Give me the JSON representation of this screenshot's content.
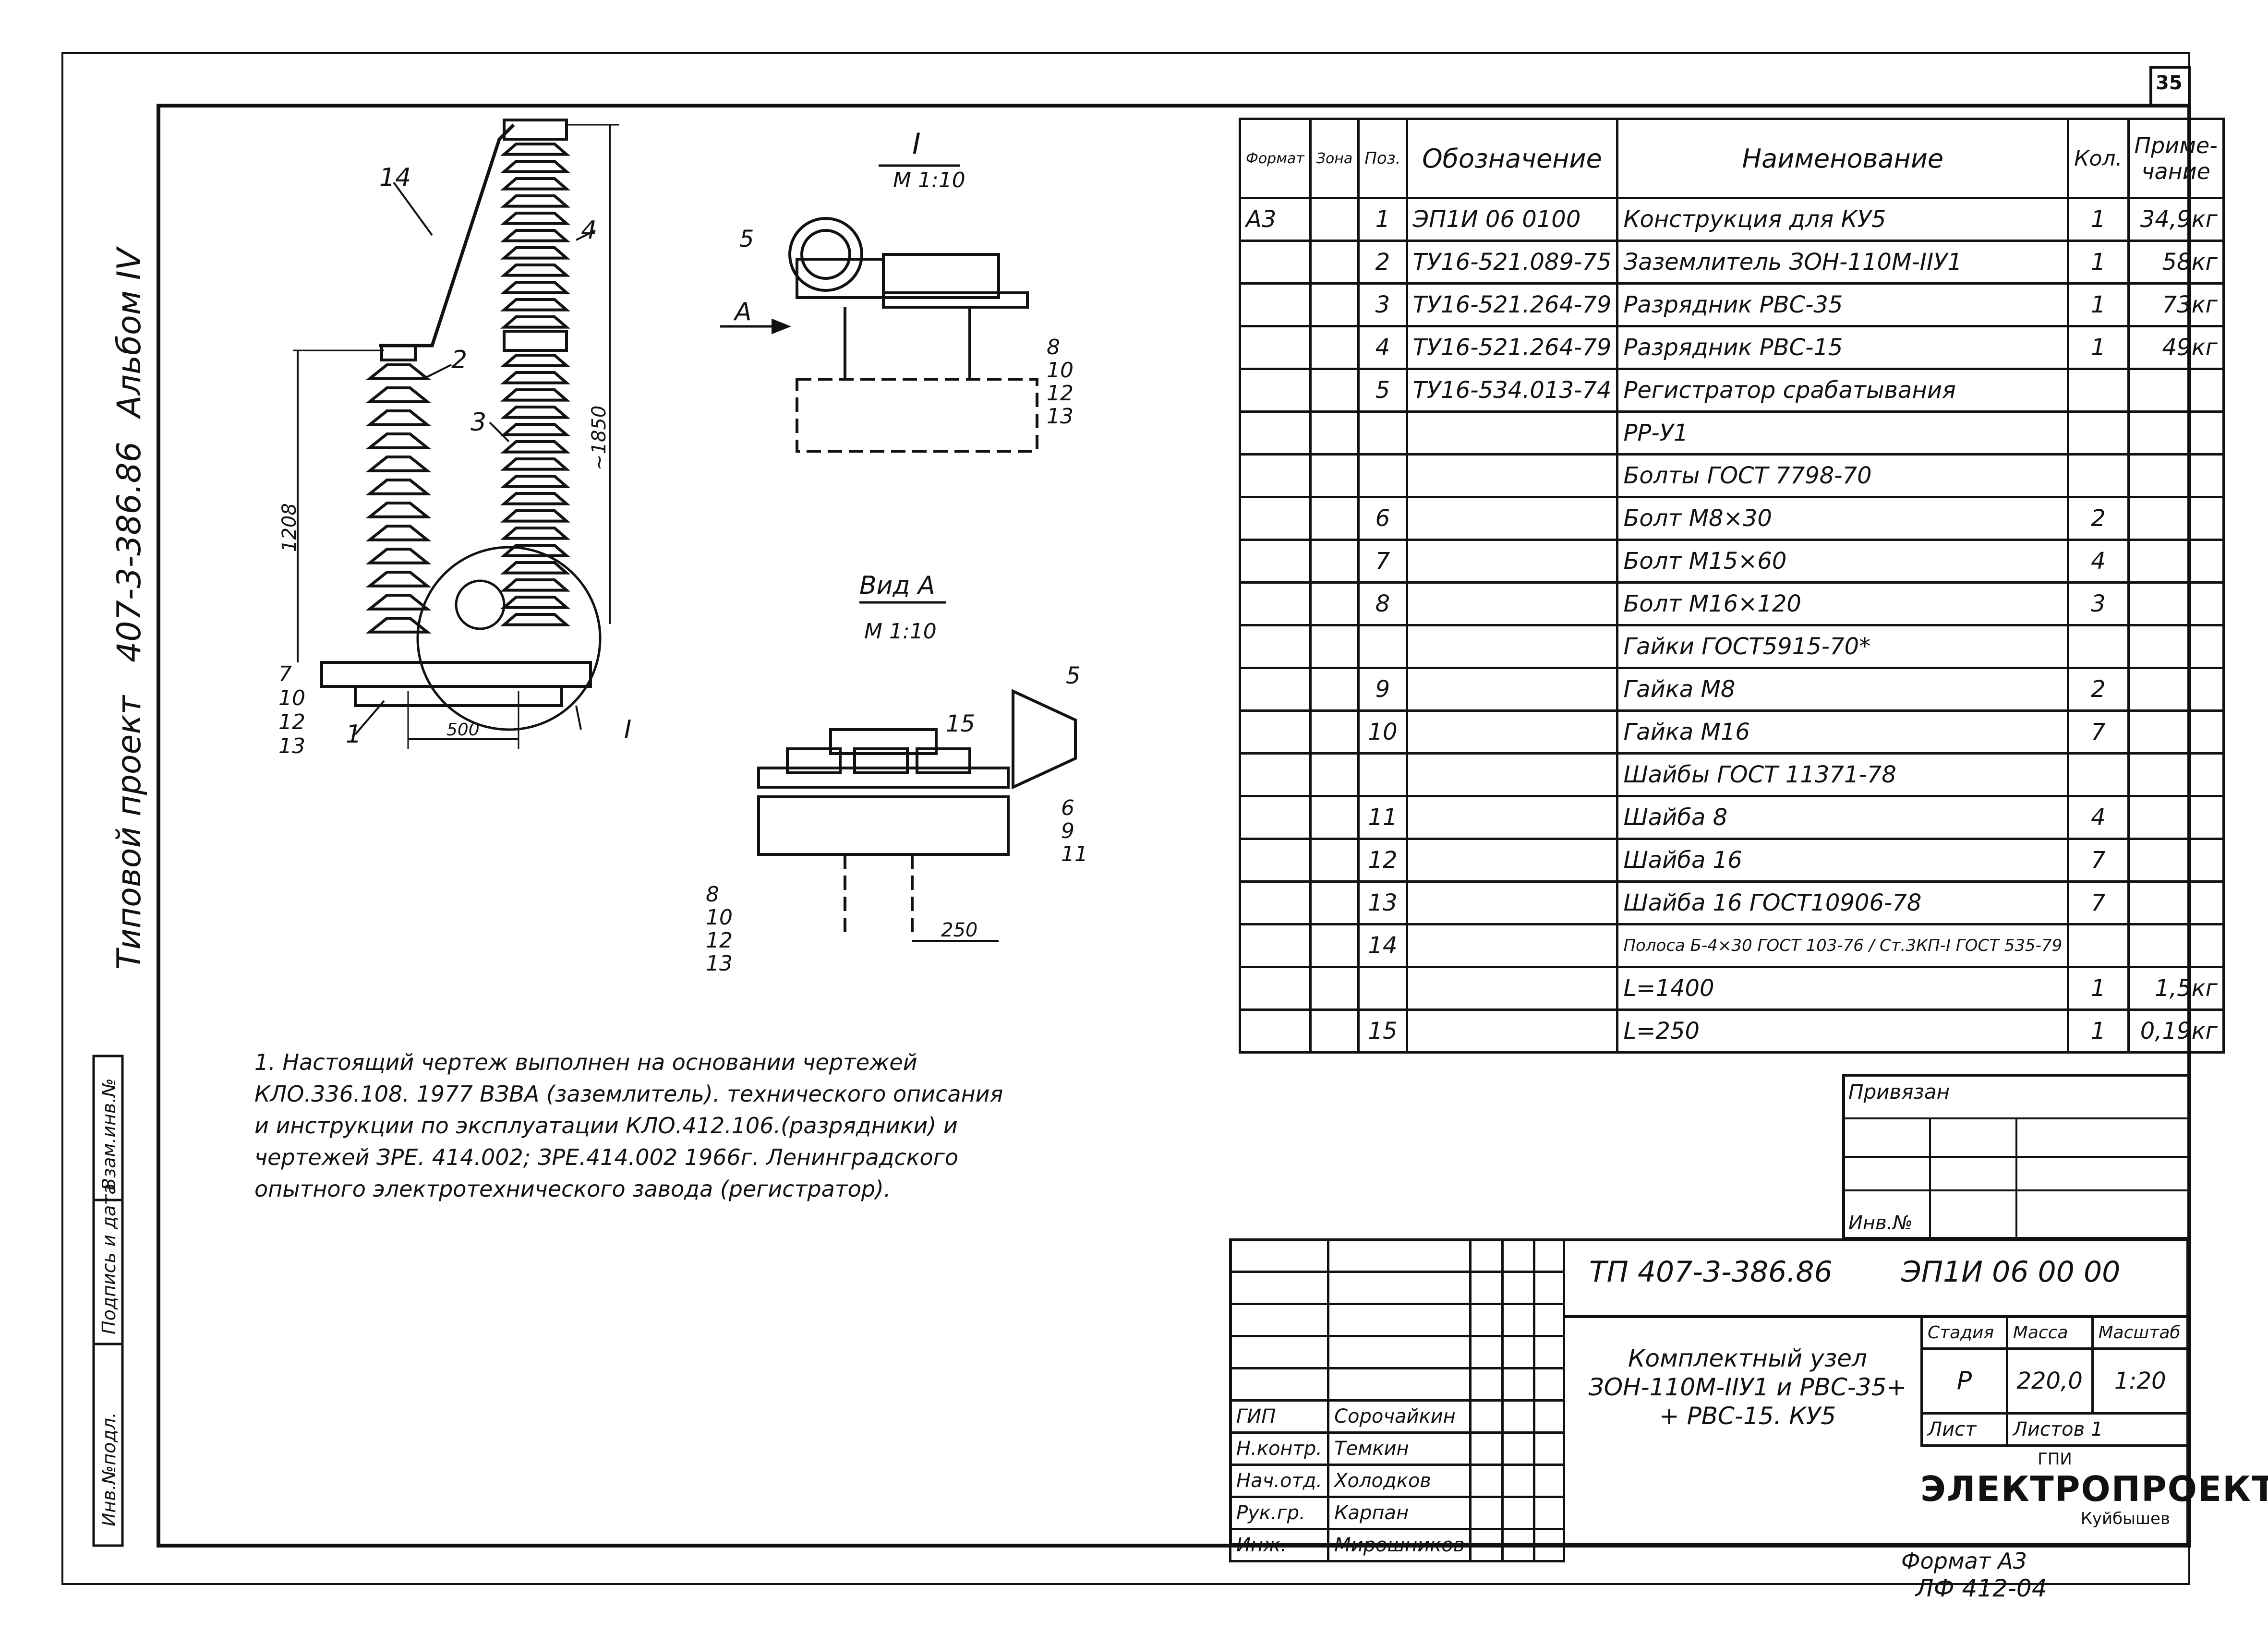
{
  "page": {
    "number": "35",
    "album": "Альбом IV",
    "project_code": "407-3-386.86",
    "series": "Типовой проект"
  },
  "side_stamps": {
    "inv_orig": "Инв.№подл.",
    "sign_date": "Подпись и дата",
    "vzam_inv": "Взам.инв.№"
  },
  "drawing": {
    "section_title": "I",
    "section_scale": "М 1:10",
    "view_title": "Вид А",
    "view_scale": "М 1:10",
    "arrow_label": "А",
    "dim_total": "~1850",
    "dim_left": "1208",
    "dim_base": "500",
    "dim_250": "250",
    "callout_I": "I",
    "labels_main": [
      "14",
      "2",
      "3",
      "4",
      "7",
      "10",
      "12",
      "13",
      "1"
    ],
    "labels_section": [
      "5",
      "8",
      "10",
      "12",
      "13"
    ],
    "labels_view": [
      "5",
      "15",
      "6",
      "9",
      "11",
      "8",
      "10",
      "12",
      "13"
    ]
  },
  "spec": {
    "headers": {
      "format": "Формат",
      "zone": "Зона",
      "pos": "Поз.",
      "designation": "Обозначение",
      "name": "Наименование",
      "qty": "Кол.",
      "note": "Приме-чание"
    },
    "rows": [
      {
        "format": "А3",
        "pos": "1",
        "designation": "ЭП1И 06 0100",
        "name": "Конструкция для КУ5",
        "qty": "1",
        "note": "34,9кг"
      },
      {
        "format": "",
        "pos": "2",
        "designation": "ТУ16-521.089-75",
        "name": "Заземлитель ЗОН-110М-IIУ1",
        "qty": "1",
        "note": "58кг"
      },
      {
        "format": "",
        "pos": "3",
        "designation": "ТУ16-521.264-79",
        "name": "Разрядник РВС-35",
        "qty": "1",
        "note": "73кг"
      },
      {
        "format": "",
        "pos": "4",
        "designation": "ТУ16-521.264-79",
        "name": "Разрядник РВС-15",
        "qty": "1",
        "note": "49кг"
      },
      {
        "format": "",
        "pos": "5",
        "designation": "ТУ16-534.013-74",
        "name": "Регистратор срабатывания",
        "qty": "",
        "note": ""
      },
      {
        "format": "",
        "pos": "",
        "designation": "",
        "name": "РР-У1",
        "qty": "",
        "note": ""
      },
      {
        "format": "",
        "pos": "",
        "designation": "",
        "name": "Болты ГОСТ 7798-70",
        "qty": "",
        "note": ""
      },
      {
        "format": "",
        "pos": "6",
        "designation": "",
        "name": "Болт М8×30",
        "qty": "2",
        "note": ""
      },
      {
        "format": "",
        "pos": "7",
        "designation": "",
        "name": "Болт М15×60",
        "qty": "4",
        "note": ""
      },
      {
        "format": "",
        "pos": "8",
        "designation": "",
        "name": "Болт М16×120",
        "qty": "3",
        "note": ""
      },
      {
        "format": "",
        "pos": "",
        "designation": "",
        "name": "Гайки ГОСТ5915-70*",
        "qty": "",
        "note": ""
      },
      {
        "format": "",
        "pos": "9",
        "designation": "",
        "name": "Гайка М8",
        "qty": "2",
        "note": ""
      },
      {
        "format": "",
        "pos": "10",
        "designation": "",
        "name": "Гайка М16",
        "qty": "7",
        "note": ""
      },
      {
        "format": "",
        "pos": "",
        "designation": "",
        "name": "Шайбы ГОСТ 11371-78",
        "qty": "",
        "note": ""
      },
      {
        "format": "",
        "pos": "11",
        "designation": "",
        "name": "Шайба 8",
        "qty": "4",
        "note": ""
      },
      {
        "format": "",
        "pos": "12",
        "designation": "",
        "name": "Шайба 16",
        "qty": "7",
        "note": ""
      },
      {
        "format": "",
        "pos": "13",
        "designation": "",
        "name": "Шайба 16 ГОСТ10906-78",
        "qty": "7",
        "note": ""
      },
      {
        "format": "",
        "pos": "14",
        "designation": "",
        "name": "Полоса Б-4×30 ГОСТ 103-76 / Ст.3КП-I ГОСТ 535-79",
        "qty": "",
        "note": ""
      },
      {
        "format": "",
        "pos": "",
        "designation": "",
        "name": "L=1400",
        "qty": "1",
        "note": "1,5кг"
      },
      {
        "format": "",
        "pos": "15",
        "designation": "",
        "name": "L=250",
        "qty": "1",
        "note": "0,19кг"
      }
    ]
  },
  "notes": {
    "text": "1. Настоящий чертеж выполнен на основании чертежей КЛО.336.108. 1977 ВЗВА (заземлитель). технического описания и инструкции по эксплуатации КЛО.412.106.(разрядники) и чертежей ЗРЕ. 414.002; ЗРЕ.414.002 1966г. Ленинградского опытного электротехнического завода (регистратор)."
  },
  "privyazan": {
    "title": "Привязан",
    "inv": "Инв.№"
  },
  "title_block": {
    "doc_code": "ТП 407-3-386.86",
    "drawing_code": "ЭП1И 06 00 00",
    "title": "Комплектный узел ЗОН-110М-IIУ1 и РВС-35+ + РВС-15. КУ5",
    "stage_label": "Стадия",
    "mass_label": "Масса",
    "scale_label": "Масштаб",
    "stage": "Р",
    "mass": "220,0",
    "scale": "1:20",
    "sheet_label": "Лист",
    "sheets_label": "Листов 1",
    "org_top": "ГПИ",
    "org": "ЭЛЕКТРОПРОЕКТ",
    "org_city": "Куйбышев",
    "people": [
      {
        "role": "ГИП",
        "name": "Сорочайкин"
      },
      {
        "role": "Н.контр.",
        "name": "Темкин"
      },
      {
        "role": "Нач.отд.",
        "name": "Холодков"
      },
      {
        "role": "Рук.гр.",
        "name": "Карпан"
      },
      {
        "role": "Инж.",
        "name": "Мирошников"
      }
    ]
  },
  "footer": {
    "format": "Формат А3",
    "code": "ЛФ 412-04"
  }
}
